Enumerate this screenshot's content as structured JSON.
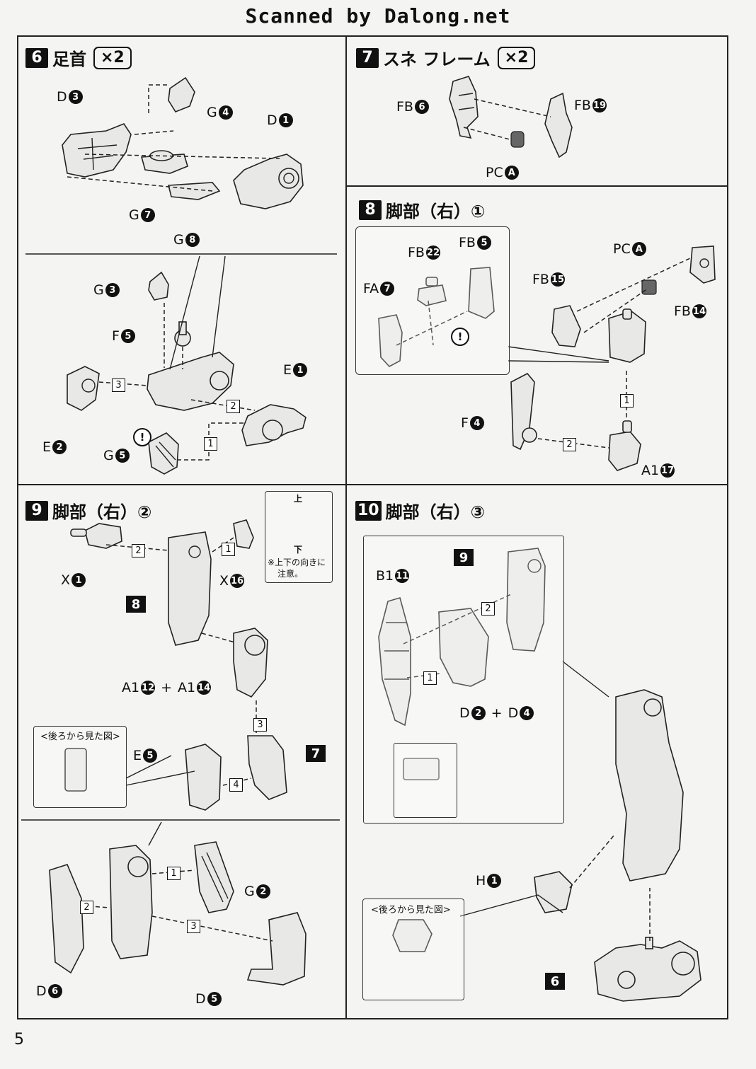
{
  "header": {
    "watermark": "Scanned by Dalong.net"
  },
  "page_number": "5",
  "steps": [
    {
      "number": "6",
      "title": "足首",
      "multiplier": "×2",
      "labels": [
        {
          "prefix": "D",
          "num": "3"
        },
        {
          "prefix": "G",
          "num": "4"
        },
        {
          "prefix": "D",
          "num": "1"
        },
        {
          "prefix": "G",
          "num": "7"
        },
        {
          "prefix": "G",
          "num": "8"
        },
        {
          "prefix": "G",
          "num": "3"
        },
        {
          "prefix": "F",
          "num": "5"
        },
        {
          "prefix": "E",
          "num": "1"
        },
        {
          "prefix": "E",
          "num": "2"
        },
        {
          "prefix": "G",
          "num": "5"
        }
      ],
      "seq": [
        "3",
        "2",
        "1"
      ],
      "warning": "!"
    },
    {
      "number": "7",
      "title": "スネ フレーム",
      "multiplier": "×2",
      "labels": [
        {
          "prefix": "FB",
          "num": "6"
        },
        {
          "prefix": "FB",
          "num": "19"
        },
        {
          "prefix": "PC",
          "num": "A"
        }
      ]
    },
    {
      "number": "8",
      "title": "脚部（右）①",
      "labels": [
        {
          "prefix": "FB",
          "num": "22"
        },
        {
          "prefix": "FB",
          "num": "5"
        },
        {
          "prefix": "FA",
          "num": "7"
        },
        {
          "prefix": "PC",
          "num": "A"
        },
        {
          "prefix": "FB",
          "num": "15"
        },
        {
          "prefix": "FB",
          "num": "14"
        },
        {
          "prefix": "F",
          "num": "4"
        },
        {
          "prefix": "A1",
          "num": "17"
        }
      ],
      "seq": [
        "1",
        "2"
      ],
      "warning": "!"
    },
    {
      "number": "9",
      "title": "脚部（右）②",
      "labels": [
        {
          "prefix": "X",
          "num": "1"
        },
        {
          "prefix": "X",
          "num": "16"
        },
        {
          "prefix": "A1",
          "num": "12"
        },
        {
          "prefix": "A1",
          "num": "14"
        },
        {
          "prefix": "E",
          "num": "5"
        },
        {
          "prefix": "G",
          "num": "2"
        },
        {
          "prefix": "D",
          "num": "6"
        },
        {
          "prefix": "D",
          "num": "5"
        }
      ],
      "plus": "+",
      "ref_boxes": [
        "8",
        "7"
      ],
      "seq": [
        "2",
        "1",
        "3",
        "4",
        "1",
        "2",
        "3"
      ],
      "note": {
        "up": "上",
        "down": "下",
        "text_line1": "※上下の向きに",
        "text_line2": "注意。"
      },
      "inset_caption": "<後ろから見た図>"
    },
    {
      "number": "10",
      "title": "脚部（右）③",
      "labels": [
        {
          "prefix": "B1",
          "num": "11"
        },
        {
          "prefix": "D",
          "num": "2"
        },
        {
          "prefix": "D",
          "num": "4"
        },
        {
          "prefix": "H",
          "num": "1"
        }
      ],
      "plus": "+",
      "ref_boxes": [
        "9",
        "6"
      ],
      "seq": [
        "2",
        "1"
      ],
      "inset_caption": "<後ろから見た図>"
    }
  ],
  "colors": {
    "ink": "#111111",
    "paper": "#f4f4f2",
    "part_fill": "#e8e8e6"
  }
}
